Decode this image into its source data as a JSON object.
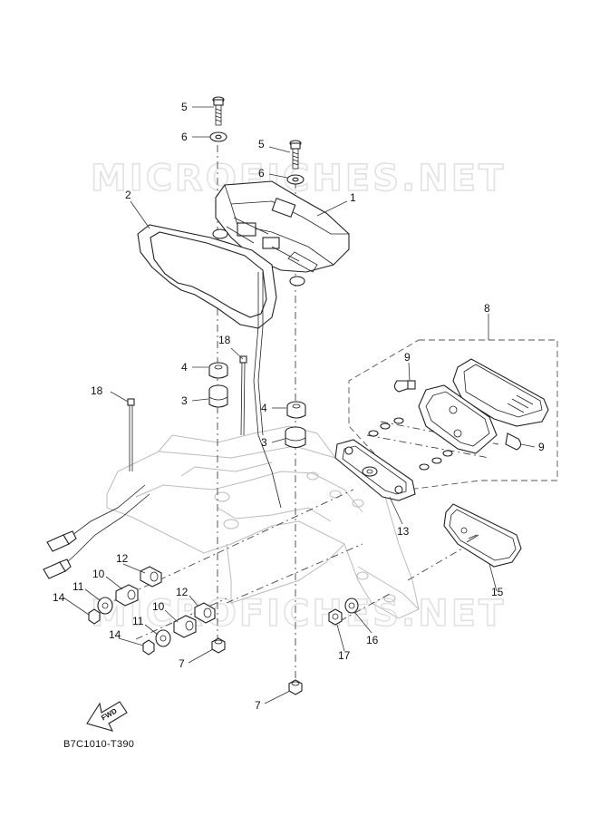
{
  "watermark": {
    "text_top": "MICROFICHES.NET",
    "text_bottom": "MICROFICHES.NET"
  },
  "callouts": [
    {
      "id": "c5a",
      "label": "5"
    },
    {
      "id": "c6a",
      "label": "6"
    },
    {
      "id": "c5b",
      "label": "5"
    },
    {
      "id": "c6b",
      "label": "6"
    },
    {
      "id": "c1",
      "label": "1"
    },
    {
      "id": "c2",
      "label": "2"
    },
    {
      "id": "c8",
      "label": "8"
    },
    {
      "id": "c18a",
      "label": "18"
    },
    {
      "id": "c4a",
      "label": "4"
    },
    {
      "id": "c3a",
      "label": "3"
    },
    {
      "id": "c18b",
      "label": "18"
    },
    {
      "id": "c9a",
      "label": "9"
    },
    {
      "id": "c4b",
      "label": "4"
    },
    {
      "id": "c3b",
      "label": "3"
    },
    {
      "id": "c9b",
      "label": "9"
    },
    {
      "id": "c13",
      "label": "13"
    },
    {
      "id": "c12a",
      "label": "12"
    },
    {
      "id": "c10a",
      "label": "10"
    },
    {
      "id": "c11a",
      "label": "11"
    },
    {
      "id": "c14a",
      "label": "14"
    },
    {
      "id": "c12b",
      "label": "12"
    },
    {
      "id": "c10b",
      "label": "10"
    },
    {
      "id": "c11b",
      "label": "11"
    },
    {
      "id": "c14b",
      "label": "14"
    },
    {
      "id": "c7a",
      "label": "7"
    },
    {
      "id": "c15",
      "label": "15"
    },
    {
      "id": "c17",
      "label": "17"
    },
    {
      "id": "c16",
      "label": "16"
    },
    {
      "id": "c7b",
      "label": "7"
    }
  ],
  "fwd_label": "FWD",
  "diagram_code": "B7C1010-T390"
}
